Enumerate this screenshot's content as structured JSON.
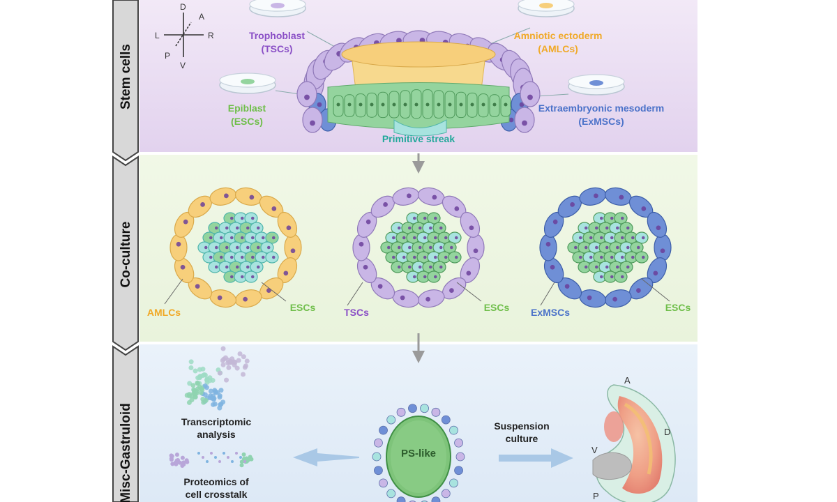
{
  "sections": {
    "stem_cells": "Stem cells",
    "co_culture": "Co-culture",
    "gastruloid": "Misc-Gastruloid"
  },
  "compass": {
    "d": "D",
    "a": "A",
    "l": "L",
    "r": "R",
    "p": "P",
    "v": "V"
  },
  "stem": {
    "trophoblast": "Trophoblast",
    "trophoblast_abbr": "(TSCs)",
    "amniotic": "Amniotic ectoderm",
    "amniotic_abbr": "(AMLCs)",
    "epiblast": "Epiblast",
    "epiblast_abbr": "(ESCs)",
    "exmeso": "Extraembryonic mesoderm",
    "exmeso_abbr": "(ExMSCs)",
    "streak": "Primitive streak"
  },
  "coculture": {
    "amlcs": "AMLCs",
    "escs_1": "ESCs",
    "tscs": "TSCs",
    "escs_2": "ESCs",
    "exmscs": "ExMSCs",
    "escs_3": "ESCs"
  },
  "gastruloid": {
    "transcriptomic_1": "Transcriptomic",
    "transcriptomic_2": "analysis",
    "proteomics_1": "Proteomics of",
    "proteomics_2": "cell crosstalk",
    "ps_like": "PS-like",
    "suspension_1": "Suspension",
    "suspension_2": "culture",
    "axis_a": "A",
    "axis_d": "D",
    "axis_v": "V",
    "axis_p": "P"
  },
  "colors": {
    "purple_panel": "#e9dcf1",
    "green_panel": "#eef6e2",
    "blue_panel": "#e3eef8",
    "tsc": "#c9b6e6",
    "aml": "#f7cf7b",
    "esc": "#94d49e",
    "exm": "#6f8fd6",
    "cyan": "#a8e3df",
    "label_purple": "#8a4fc6",
    "label_orange": "#f0a927",
    "label_green": "#6fbe4a",
    "label_blue": "#4b72c9",
    "label_teal": "#21a89a"
  }
}
